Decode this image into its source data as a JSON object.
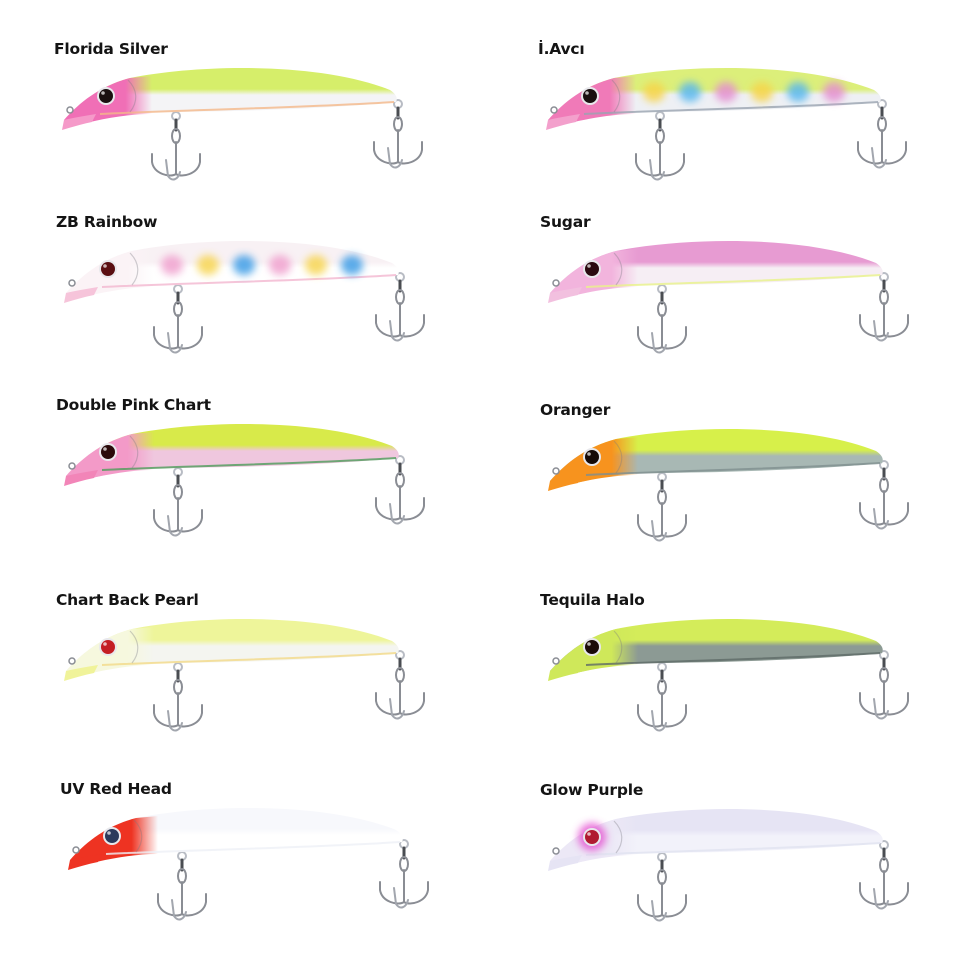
{
  "lures": [
    {
      "name": "Florida Silver",
      "head": "#f06fb6",
      "back": "#d6ee6a",
      "belly": "#f4f4f6",
      "lip": "#f59ac9",
      "eye": "#1a1010",
      "spots": [],
      "stripe": "#f4b88a"
    },
    {
      "name": "İ.Avcı",
      "head": "#f07ab8",
      "back": "#dcef7a",
      "belly": "#eef0f4",
      "lip": "#f3a0cc",
      "eye": "#1a1010",
      "spots": [
        "#f7d44a",
        "#5ab8ee",
        "#e48fd0",
        "#f7d44a",
        "#5ab8ee",
        "#e48fd0"
      ],
      "stripe": "#9aa4b0"
    },
    {
      "name": "ZB Rainbow",
      "head": "#fbf3f6",
      "back": "#f8f1f4",
      "belly": "#ffffff",
      "lip": "#f6c4da",
      "eye": "#5a0f12",
      "spots": [
        "#f0a2cf",
        "#f7d553",
        "#3f9ee6",
        "#f0a2cf",
        "#f7d553",
        "#3f9ee6"
      ],
      "stripe": "#f3b6cf"
    },
    {
      "name": "Sugar",
      "head": "#f2b4dd",
      "back": "#e79bd2",
      "belly": "#f6eef4",
      "lip": "#f2c0df",
      "eye": "#2a0a10",
      "spots": [],
      "stripe": "#e8f28a"
    },
    {
      "name": "Double Pink Chart",
      "head": "#f39ac8",
      "back": "#d8ea4a",
      "belly": "#efc7de",
      "lip": "#f285b8",
      "eye": "#2a0a0a",
      "spots": [],
      "stripe": "#4e9c5a"
    },
    {
      "name": "Oranger",
      "head": "#f7931e",
      "back": "#d7f04a",
      "belly": "#a8b8b4",
      "lip": "#f7931e",
      "eye": "#160a06",
      "spots": [],
      "stripe": "#7e8f8e"
    },
    {
      "name": "Chart Back Pearl",
      "head": "#f6f8de",
      "back": "#eef59a",
      "belly": "#f4f5f0",
      "lip": "#f0f39a",
      "eye": "#c41e24",
      "spots": [],
      "stripe": "#f3d988"
    },
    {
      "name": "Tequila Halo",
      "head": "#cfe85a",
      "back": "#d4ec5a",
      "belly": "#8c9a94",
      "lip": "#cfe85a",
      "eye": "#1a0a08",
      "spots": [],
      "stripe": "#5e6a66"
    },
    {
      "name": "UV Red Head",
      "head": "#ee3322",
      "back": "#f7f8fc",
      "belly": "#ffffff",
      "lip": "#ee3322",
      "eye": "#2c3a5c",
      "spots": [],
      "stripe": "#eef0f6"
    },
    {
      "name": "Glow Purple",
      "head": "#ece8f6",
      "back": "#e6e4f4",
      "belly": "#f2f2fa",
      "lip": "#e6e4f4",
      "eye": "#b01a30",
      "spots": [],
      "stripe": "#e0e2f0",
      "eye_ring": "#e44ed0"
    }
  ]
}
